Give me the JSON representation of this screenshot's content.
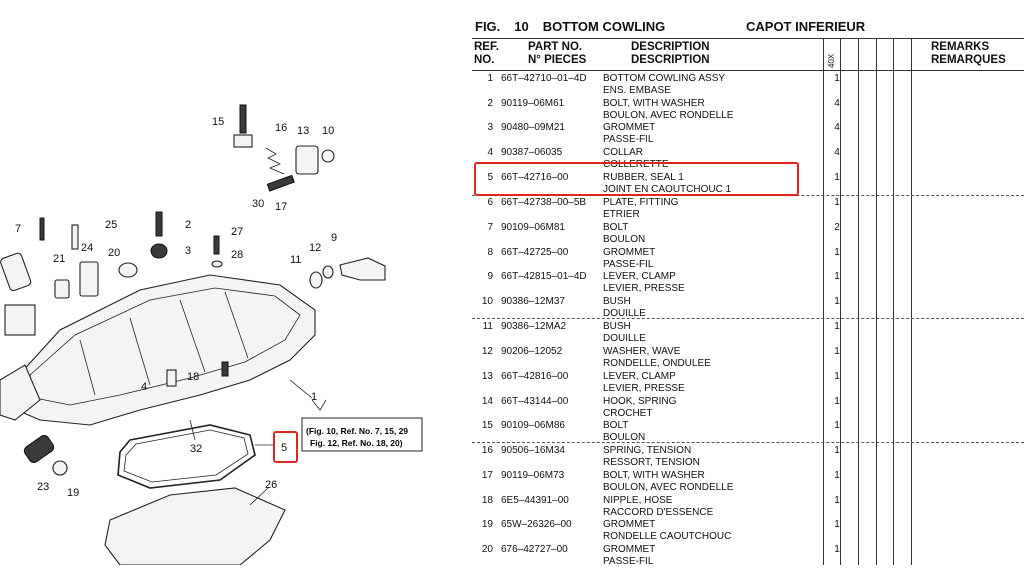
{
  "figure": {
    "label": "FIG.",
    "number": "10",
    "title_en": "BOTTOM COWLING",
    "title_fr": "CAPOT INFERIEUR"
  },
  "table_headers": {
    "ref_1": "REF.",
    "ref_2": "NO.",
    "part_1": "PART NO.",
    "part_2": "N° PIECES",
    "desc_1": "DESCRIPTION",
    "desc_2": "DESCRIPTION",
    "qty": "40X",
    "remarks_1": "REMARKS",
    "remarks_2": "REMARQUES"
  },
  "rows": [
    {
      "no": "1",
      "part": "66T–42710–01–4D",
      "en": "BOTTOM COWLING ASSY",
      "fr": "ENS. EMBASE",
      "qty": "1"
    },
    {
      "no": "2",
      "part": "90119–06M61",
      "en": "BOLT, WITH WASHER",
      "fr": "BOULON, AVEC RONDELLE",
      "qty": "4"
    },
    {
      "no": "3",
      "part": "90480–09M21",
      "en": "GROMMET",
      "fr": "PASSE-FIL",
      "qty": "4"
    },
    {
      "no": "4",
      "part": "90387–06035",
      "en": "COLLAR",
      "fr": "COLLERETTE",
      "qty": "4"
    },
    {
      "no": "5",
      "part": "66T–42716–00",
      "en": "RUBBER, SEAL 1",
      "fr": "JOINT EN CAOUTCHOUC 1",
      "qty": "1"
    },
    {
      "no": "6",
      "part": "66T–42738–00–5B",
      "en": "PLATE, FITTING",
      "fr": "ETRIER",
      "qty": "1"
    },
    {
      "no": "7",
      "part": "90109–06M81",
      "en": "BOLT",
      "fr": "BOULON",
      "qty": "2"
    },
    {
      "no": "8",
      "part": "66T–42725–00",
      "en": "GROMMET",
      "fr": "PASSE-FIL",
      "qty": "1"
    },
    {
      "no": "9",
      "part": "66T–42815–01–4D",
      "en": "LEVER, CLAMP",
      "fr": "LEVIER, PRESSE",
      "qty": "1"
    },
    {
      "no": "10",
      "part": "90386–12M37",
      "en": "BUSH",
      "fr": "DOUILLE",
      "qty": "1"
    },
    {
      "no": "11",
      "part": "90386–12MA2",
      "en": "BUSH",
      "fr": "DOUILLE",
      "qty": "1"
    },
    {
      "no": "12",
      "part": "90206–12052",
      "en": "WASHER, WAVE",
      "fr": "RONDELLE, ONDULEE",
      "qty": "1"
    },
    {
      "no": "13",
      "part": "66T–42816–00",
      "en": "LEVER, CLAMP",
      "fr": "LEVIER, PRESSE",
      "qty": "1"
    },
    {
      "no": "14",
      "part": "66T–43144–00",
      "en": "HOOK, SPRING",
      "fr": "CROCHET",
      "qty": "1"
    },
    {
      "no": "15",
      "part": "90109–06M86",
      "en": "BOLT",
      "fr": "BOULON",
      "qty": "1"
    },
    {
      "no": "16",
      "part": "90506–16M34",
      "en": "SPRING, TENSION",
      "fr": "RESSORT, TENSION",
      "qty": "1"
    },
    {
      "no": "17",
      "part": "90119–06M73",
      "en": "BOLT, WITH WASHER",
      "fr": "BOULON, AVEC RONDELLE",
      "qty": "1"
    },
    {
      "no": "18",
      "part": "6E5–44391–00",
      "en": "NIPPLE, HOSE",
      "fr": "RACCORD D'ESSENCE",
      "qty": "1"
    },
    {
      "no": "19",
      "part": "65W–26326–00",
      "en": "GROMMET",
      "fr": "RONDELLE CAOUTCHOUC",
      "qty": "1"
    },
    {
      "no": "20",
      "part": "676–42727–00",
      "en": "GROMMET",
      "fr": "PASSE-FIL",
      "qty": "1"
    }
  ],
  "highlighted_ref": "5",
  "diagram": {
    "callouts": [
      "15",
      "16",
      "13",
      "10",
      "30",
      "17",
      "25",
      "2",
      "3",
      "27",
      "7",
      "24",
      "20",
      "28",
      "12",
      "9",
      "11",
      "21",
      "18",
      "4",
      "1",
      "32",
      "5",
      "23",
      "19",
      "26"
    ],
    "reference_note_1": "(Fig. 10, Ref. No. 7, 15, 29",
    "reference_note_2": "Fig. 12, Ref. No. 18, 20)"
  },
  "colors": {
    "highlight": "#e0241f"
  }
}
